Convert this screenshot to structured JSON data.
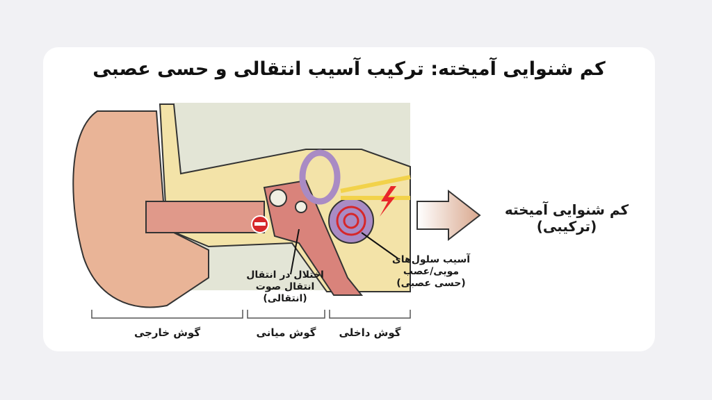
{
  "title": "کم شنوایی آمیخته: ترکیب آسیب انتقالی و حسی عصبی",
  "result_label": {
    "line1": "کم شنوایی آمیخته",
    "line2": "(ترکیبی)"
  },
  "conductive_label": {
    "line1": "اختلال در انتقال",
    "line2": "انتقال صوت",
    "line3": "(انتقالی)"
  },
  "sensorineural_label": {
    "line1": "آسیب سلول‌های",
    "line2": "مویی/عصب",
    "line3": "(حسی عصبی)"
  },
  "sections": {
    "outer": "گوش خارجی",
    "middle": "گوش میانی",
    "inner": "گوش داخلی"
  },
  "icons": {
    "blocked": "no-entry-icon",
    "damage": "lightning-icon"
  },
  "colors": {
    "skin": "#e9b497",
    "bone": "#f3e3a8",
    "cochlea": "#a98bc4",
    "canal": "#d9837b",
    "block": "#d6272a",
    "bolt": "#e8262a"
  }
}
